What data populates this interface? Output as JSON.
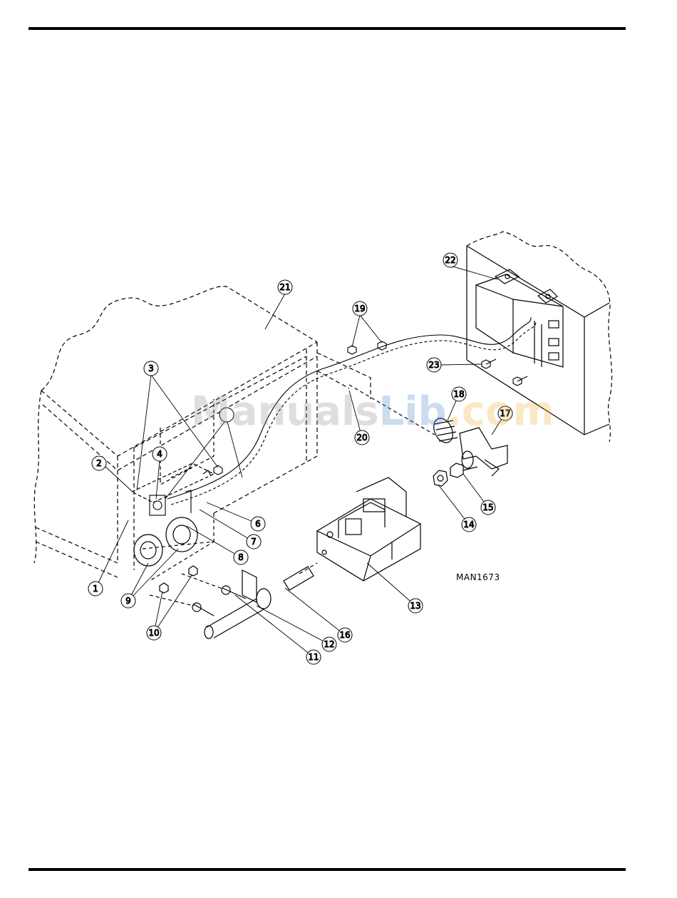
{
  "drawing_ref": "MAN1673",
  "watermark": {
    "part1": "Manuals",
    "part2": "Lib",
    "part3": ".com"
  },
  "callouts": [
    "1",
    "2",
    "3",
    "4",
    "6",
    "7",
    "8",
    "9",
    "10",
    "11",
    "12",
    "13",
    "14",
    "15",
    "16",
    "17",
    "18",
    "19",
    "20",
    "21",
    "22",
    "23"
  ]
}
